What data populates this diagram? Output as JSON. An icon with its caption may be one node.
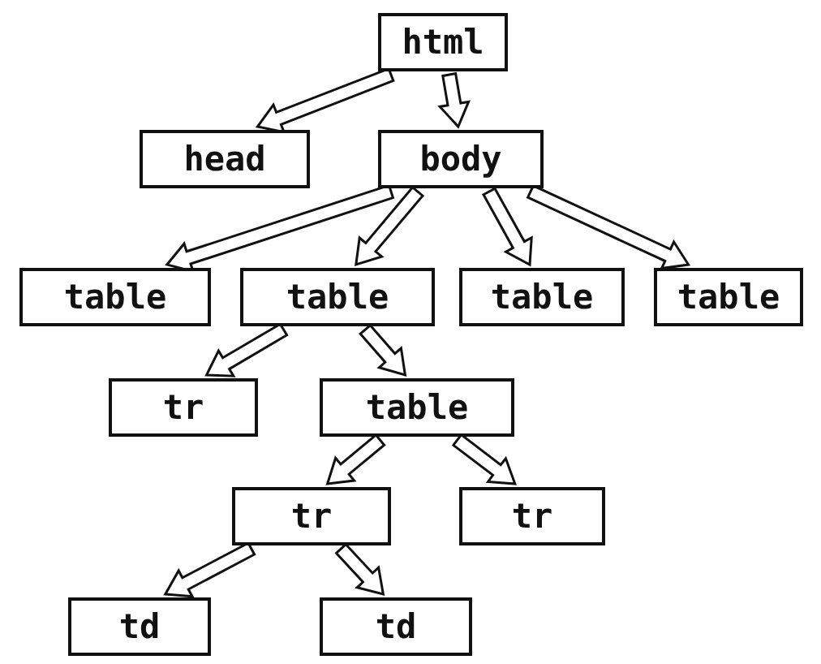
{
  "diagram": {
    "nodes": [
      {
        "text": [
          "html"
        ]
      },
      {
        "text": [
          "head"
        ]
      },
      {
        "text": [
          "body"
        ]
      },
      {
        "text": [
          "table"
        ]
      },
      {
        "text": [
          "table"
        ]
      },
      {
        "text": [
          "table"
        ]
      },
      {
        "text": [
          "table"
        ]
      },
      {
        "text": [
          "tr"
        ]
      },
      {
        "text": [
          "table"
        ]
      },
      {
        "text": [
          "tr"
        ]
      },
      {
        "text": [
          "tr"
        ]
      },
      {
        "text": [
          "td"
        ]
      },
      {
        "text": [
          "td"
        ]
      }
    ],
    "edges": [
      {
        "from": 0,
        "to": 1,
        "arrow": "to"
      },
      {
        "from": 0,
        "to": 2,
        "arrow": "to"
      },
      {
        "from": 2,
        "to": 3,
        "arrow": "to"
      },
      {
        "from": 2,
        "to": 4,
        "arrow": "to"
      },
      {
        "from": 2,
        "to": 5,
        "arrow": "to"
      },
      {
        "from": 2,
        "to": 6,
        "arrow": "to"
      },
      {
        "from": 4,
        "to": 7,
        "arrow": "to"
      },
      {
        "from": 4,
        "to": 8,
        "arrow": "to"
      },
      {
        "from": 8,
        "to": 9,
        "arrow": "to"
      },
      {
        "from": 8,
        "to": 10,
        "arrow": "to"
      },
      {
        "from": 9,
        "to": 11,
        "arrow": "to"
      },
      {
        "from": 9,
        "to": 12,
        "arrow": "to"
      }
    ]
  }
}
